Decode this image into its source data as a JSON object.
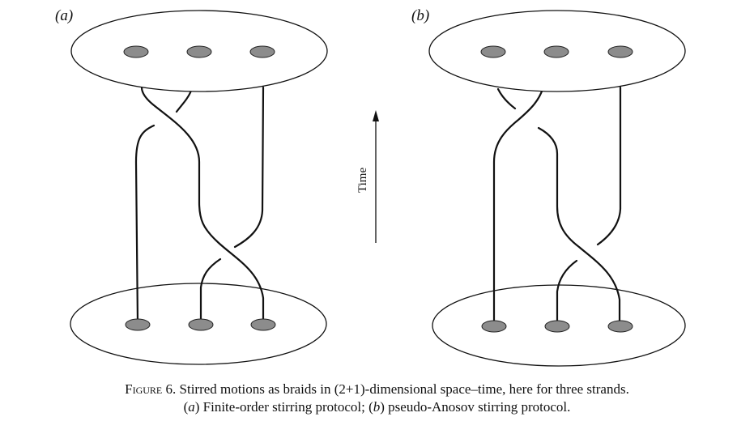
{
  "figure": {
    "panel_a_label": "(a)",
    "panel_b_label": "(b)",
    "arrow_label": "Time"
  },
  "caption": {
    "figure_word": "Figure",
    "figure_number": "6.",
    "line1": " Stirred motions as braids in (2+1)-dimensional space–time, here for three strands.",
    "a_open": "(",
    "a_letter": "a",
    "a_text": ") Finite-order stirring protocol; (",
    "b_letter": "b",
    "b_text": ") pseudo-Anosov stirring protocol."
  }
}
